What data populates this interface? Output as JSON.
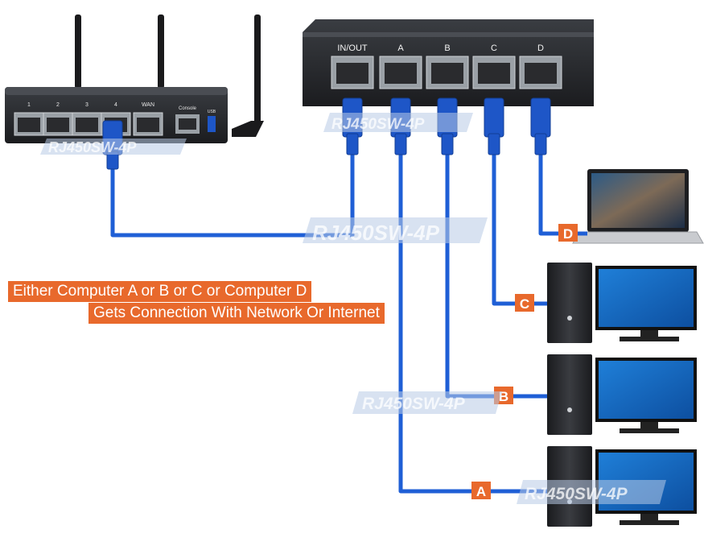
{
  "watermark": "RJ450SW-4P",
  "router": {
    "port_numbers": [
      "1",
      "2",
      "3",
      "4"
    ],
    "wan_label": "WAN",
    "console_label": "Console",
    "usb_label": "USB"
  },
  "switch": {
    "ports": [
      "IN/OUT",
      "A",
      "B",
      "C",
      "D"
    ]
  },
  "computers": {
    "a_badge": "A",
    "b_badge": "B",
    "c_badge": "C",
    "d_badge": "D"
  },
  "caption": {
    "line1": "Either Computer A or B or C or Computer D",
    "line2": "Gets Connection With Network Or Internet"
  },
  "colors": {
    "cable": "#1f5fd6",
    "badge": "#e8692c",
    "device_body": "#2b2d31",
    "screen": "#1565c0"
  }
}
